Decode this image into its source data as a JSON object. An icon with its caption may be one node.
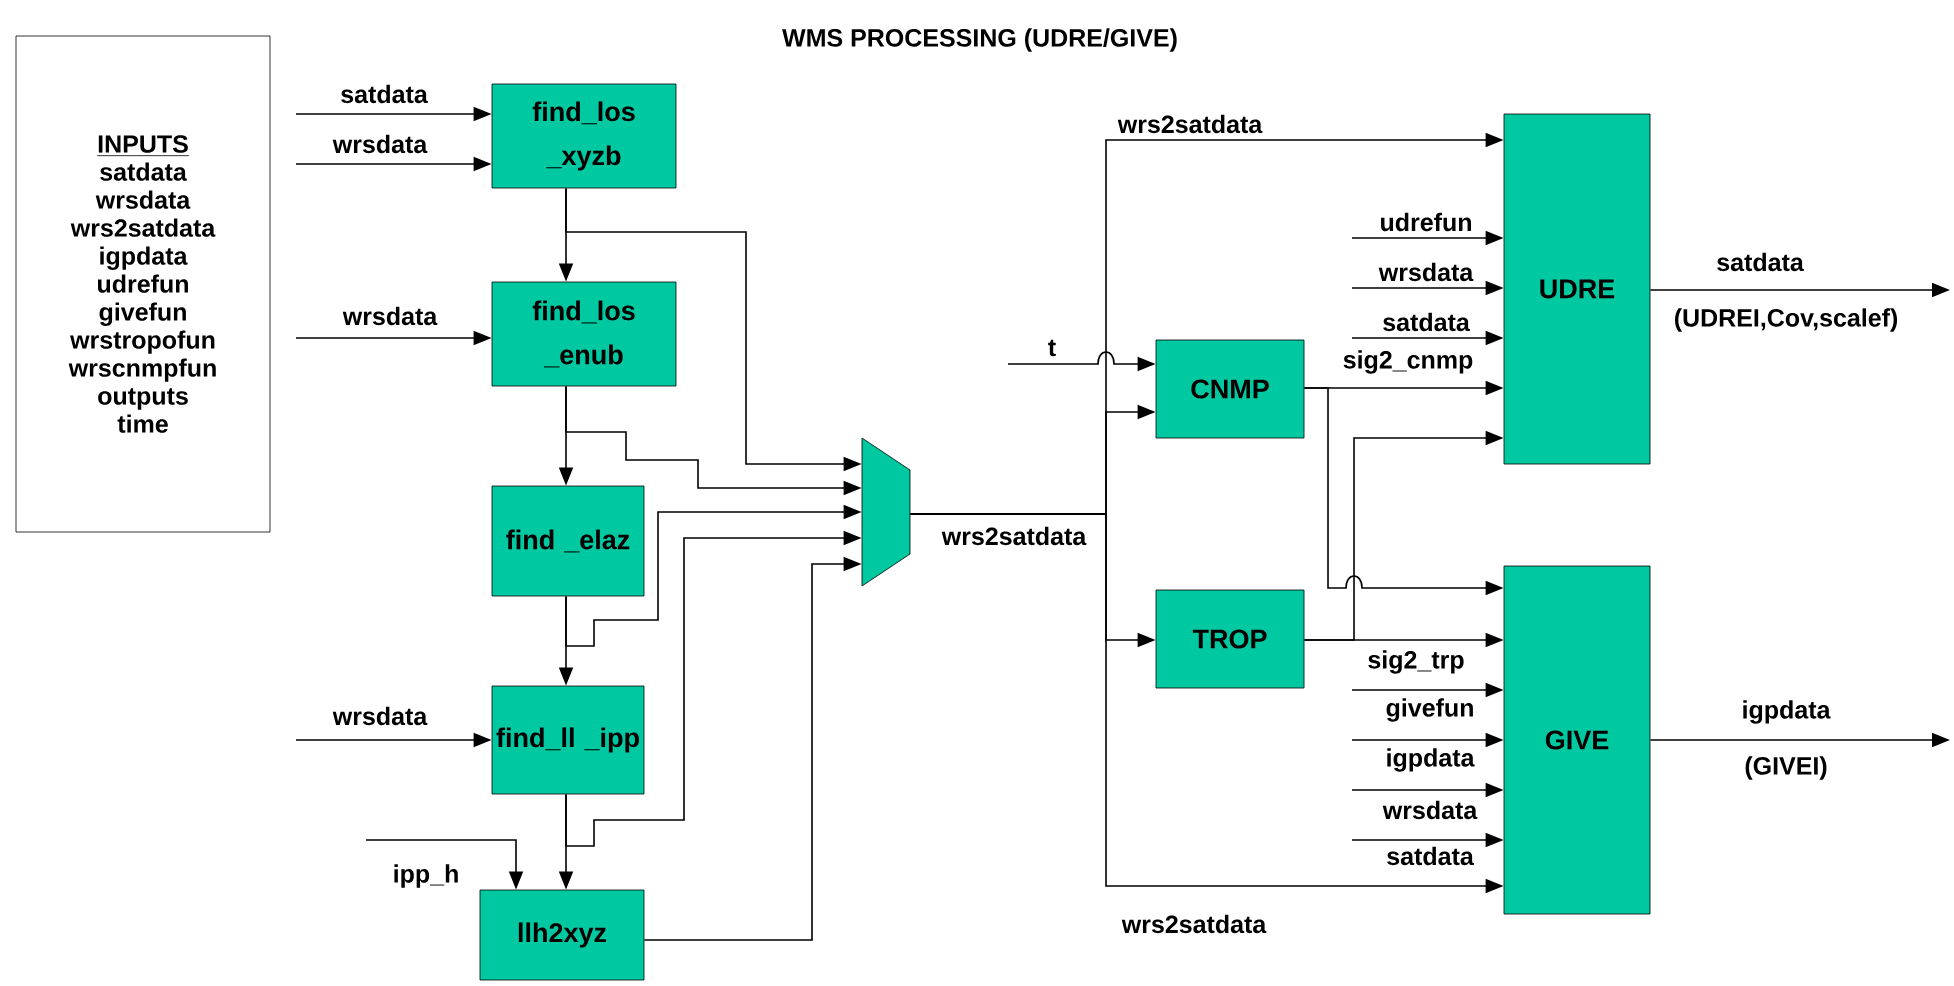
{
  "diagram": {
    "title": "WMS PROCESSING (UDRE/GIVE)",
    "nodes": [
      {
        "text": [
          "INPUTS",
          "satdata",
          "wrsdata",
          "wrs2satdata",
          "igpdata",
          "udrefun",
          "givefun",
          "wrstropofun",
          "wrscnmpfun",
          "outputs",
          "time"
        ]
      },
      {
        "text": [
          "find_los _xyzb"
        ]
      },
      {
        "text": [
          "find_los _enub"
        ]
      },
      {
        "text": [
          "find _elaz"
        ]
      },
      {
        "text": [
          "find_ll _ipp"
        ]
      },
      {
        "text": [
          "llh2xyz"
        ]
      },
      {
        "text": [],
        "shape": "trapezoid"
      },
      {
        "text": [
          "CNMP"
        ]
      },
      {
        "text": [
          "TROP"
        ]
      },
      {
        "text": [
          "UDRE"
        ]
      },
      {
        "text": [
          "GIVE"
        ]
      }
    ],
    "edges": [
      {
        "from": null,
        "to": 1,
        "arrow": "to",
        "label": "satdata"
      },
      {
        "from": null,
        "to": 1,
        "arrow": "to",
        "label": "wrsdata"
      },
      {
        "from": 1,
        "to": 2,
        "arrow": "to"
      },
      {
        "from": null,
        "to": 2,
        "arrow": "to",
        "label": "wrsdata"
      },
      {
        "from": 2,
        "to": 3,
        "arrow": "to"
      },
      {
        "from": 3,
        "to": 4,
        "arrow": "to"
      },
      {
        "from": null,
        "to": 4,
        "arrow": "to",
        "label": "wrsdata"
      },
      {
        "from": 4,
        "to": 5,
        "arrow": "to"
      },
      {
        "from": null,
        "to": 5,
        "arrow": "to",
        "label": "ipp_h"
      },
      {
        "from": 1,
        "to": 6,
        "arrow": "to"
      },
      {
        "from": 2,
        "to": 6,
        "arrow": "to"
      },
      {
        "from": 3,
        "to": 6,
        "arrow": "to"
      },
      {
        "from": 4,
        "to": 6,
        "arrow": "to"
      },
      {
        "from": 5,
        "to": 6,
        "arrow": "to"
      },
      {
        "from": 6,
        "to": 9,
        "arrow": "to",
        "label": "wrs2satdata"
      },
      {
        "from": 6,
        "to": 7,
        "arrow": "to",
        "label": "wrs2satdata"
      },
      {
        "from": 6,
        "to": 8,
        "arrow": "to"
      },
      {
        "from": 6,
        "to": 10,
        "arrow": "to",
        "label": "wrs2satdata"
      },
      {
        "from": null,
        "to": 7,
        "arrow": "to",
        "label": "t"
      },
      {
        "from": 7,
        "to": 9,
        "arrow": "to",
        "label": "sig2_cnmp"
      },
      {
        "from": 7,
        "to": 10,
        "arrow": "to"
      },
      {
        "from": 8,
        "to": 10,
        "arrow": "to",
        "label": "sig2_trp"
      },
      {
        "from": 8,
        "to": 9,
        "arrow": "to"
      },
      {
        "from": null,
        "to": 9,
        "arrow": "to",
        "label": "udrefun"
      },
      {
        "from": null,
        "to": 9,
        "arrow": "to",
        "label": "wrsdata"
      },
      {
        "from": null,
        "to": 9,
        "arrow": "to",
        "label": "satdata"
      },
      {
        "from": null,
        "to": 10,
        "arrow": "to",
        "label": "givefun"
      },
      {
        "from": null,
        "to": 10,
        "arrow": "to",
        "label": "igpdata"
      },
      {
        "from": null,
        "to": 10,
        "arrow": "to",
        "label": "wrsdata"
      },
      {
        "from": null,
        "to": 10,
        "arrow": "to",
        "label": "satdata"
      },
      {
        "from": 9,
        "to": null,
        "arrow": "to",
        "label": "satdata"
      },
      {
        "from": 10,
        "to": null,
        "arrow": "to",
        "label": "igpdata"
      }
    ],
    "labels": [
      "(UDREI,Cov,scalef)",
      "(GIVEI)"
    ]
  }
}
